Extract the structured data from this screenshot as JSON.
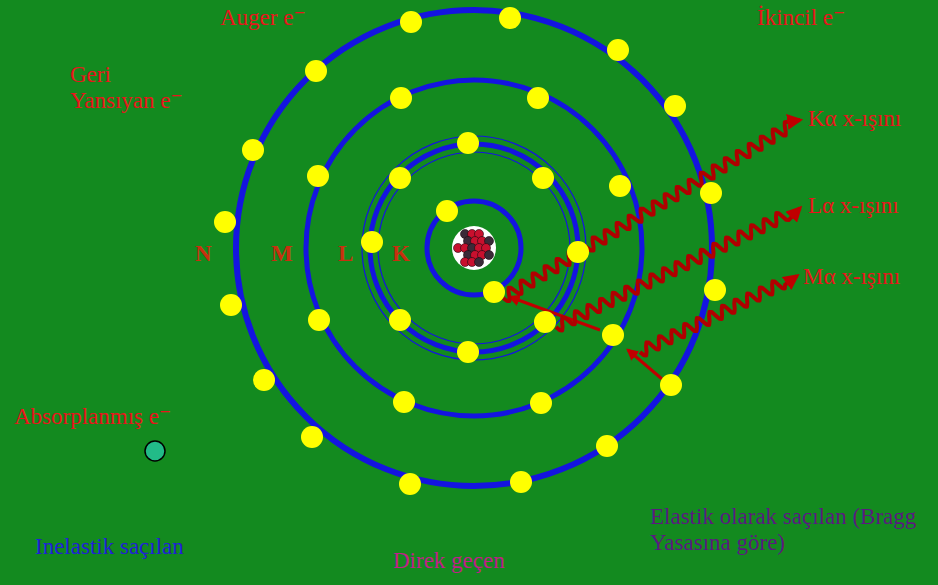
{
  "diagram": {
    "labels": [
      "Auger e⁻",
      "İkincil e⁻",
      "Geri Yansıyan e⁻",
      "Kα x-ışını",
      "Lα x-ışını",
      "Mα x-ışını",
      "N",
      "M",
      "L",
      "K",
      "Absorplanmış e⁻",
      "Inelastik saçılan",
      "Direk geçen",
      "Elastik olarak saçılan (Bragg Yasasına göre)"
    ]
  }
}
